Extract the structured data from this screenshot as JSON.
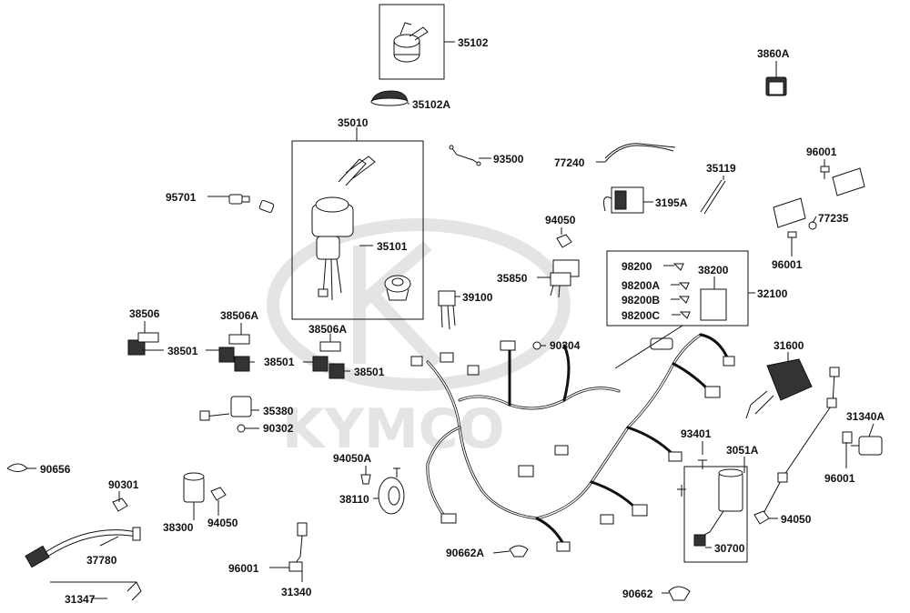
{
  "watermark": {
    "brand": "KYMCO"
  },
  "labels": {
    "p35102": "35102",
    "p35102A": "35102A",
    "p35010": "35010",
    "p35101": "35101",
    "p95701": "95701",
    "p93500": "93500",
    "p77240": "77240",
    "p35119": "35119",
    "p3860A": "3860A",
    "p96001a": "96001",
    "p77235": "77235",
    "p96001b": "96001",
    "p3195A": "3195A",
    "p94050a": "94050",
    "p35850": "35850",
    "p39100": "39100",
    "p98200": "98200",
    "p98200A": "98200A",
    "p98200B": "98200B",
    "p98200C": "98200C",
    "p38200": "38200",
    "p32100": "32100",
    "p38506": "38506",
    "p38506A_l": "38506A",
    "p38506A_r": "38506A",
    "p38501a": "38501",
    "p38501b": "38501",
    "p38501c": "38501",
    "p90304": "90304",
    "p31600": "31600",
    "p35380": "35380",
    "p90302": "90302",
    "p31340A": "31340A",
    "p93401": "93401",
    "p3051A": "3051A",
    "p96001c": "96001",
    "p94050A": "94050A",
    "p90656": "90656",
    "p90301": "90301",
    "p38110": "38110",
    "p38300": "38300",
    "p94050b": "94050",
    "p94050c": "94050",
    "p37780": "37780",
    "p96001d": "96001",
    "p90662A": "90662A",
    "p30700": "30700",
    "p31347": "31347",
    "p31340": "31340",
    "p90662": "90662"
  },
  "colors": {
    "ink": "#111111",
    "watermark": "#e4e4e4"
  }
}
